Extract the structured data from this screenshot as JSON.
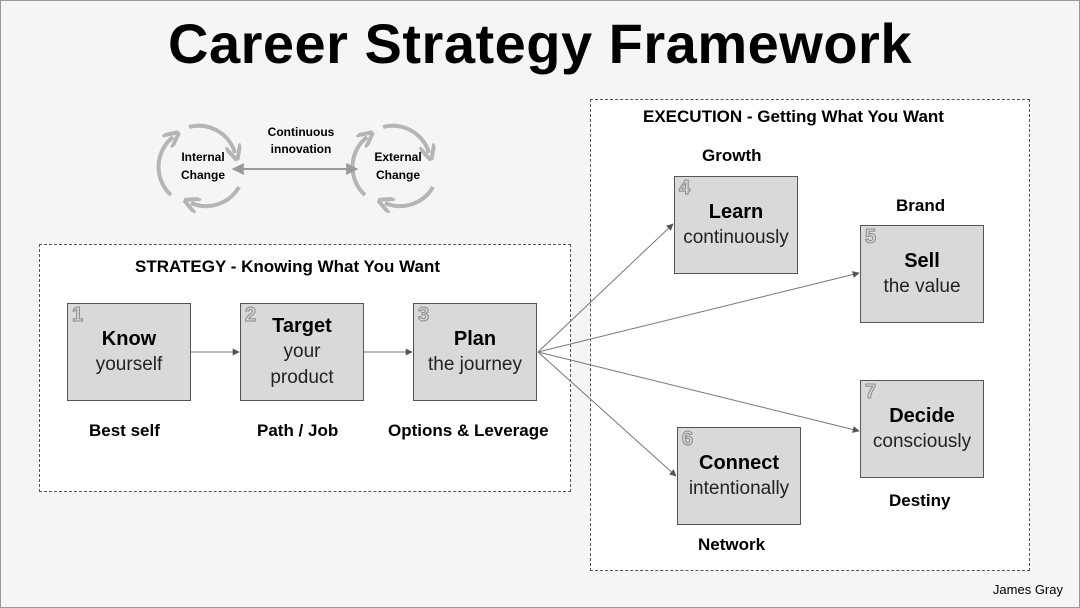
{
  "title": "Career Strategy Framework",
  "cycle": {
    "left_line1": "Internal",
    "left_line2": "Change",
    "right_line1": "External",
    "right_line2": "Change",
    "middle_line1": "Continuous",
    "middle_line2": "innovation"
  },
  "strategy": {
    "title": "STRATEGY -  Knowing What You Want",
    "steps": [
      {
        "num": "1",
        "head": "Know",
        "sub1": "yourself",
        "sub2": "",
        "caption": "Best self"
      },
      {
        "num": "2",
        "head": "Target",
        "sub1": "your",
        "sub2": "product",
        "caption": "Path / Job"
      },
      {
        "num": "3",
        "head": "Plan",
        "sub1": "the journey",
        "sub2": "",
        "caption": "Options & Leverage"
      }
    ]
  },
  "execution": {
    "title": "EXECUTION - Getting What You Want",
    "steps": [
      {
        "num": "4",
        "head": "Learn",
        "sub1": "continuously",
        "caption": "Growth"
      },
      {
        "num": "5",
        "head": "Sell",
        "sub1": "the value",
        "caption": "Brand"
      },
      {
        "num": "6",
        "head": "Connect",
        "sub1": "intentionally",
        "caption": "Network"
      },
      {
        "num": "7",
        "head": "Decide",
        "sub1": "consciously",
        "caption": "Destiny"
      }
    ]
  },
  "author": "James Gray",
  "colors": {
    "box_fill": "#d9d9d9",
    "panel_fill": "#ffffff",
    "background": "#f5f5f5",
    "cycle_gray": "#b5b5b5"
  }
}
